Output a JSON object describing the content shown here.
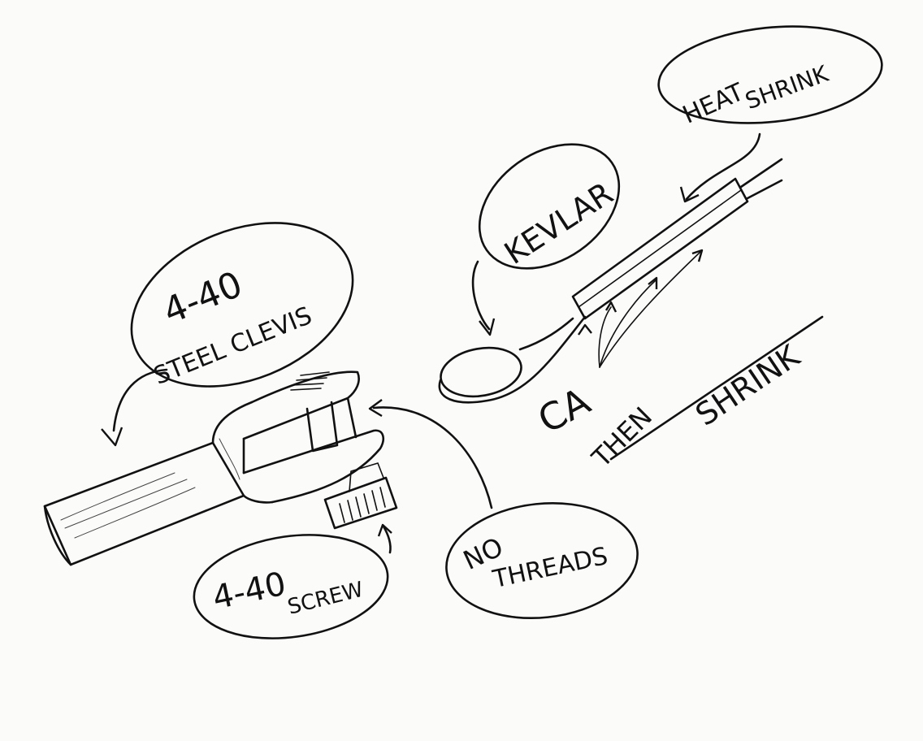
{
  "labels": {
    "clevis": {
      "line1": "4-40",
      "line2": "STEEL CLEVIS"
    },
    "screw": {
      "line1": "4-40",
      "line2": "SCREW"
    },
    "threads": {
      "line1": "NO",
      "line2": "THREADS"
    },
    "kevlar": "KEVLAR",
    "heat_shrink": {
      "line1": "HEAT",
      "line2": "SHRINK"
    },
    "ca": "CA",
    "then_shrink": {
      "line1": "THEN",
      "line2": "SHRINK"
    }
  }
}
